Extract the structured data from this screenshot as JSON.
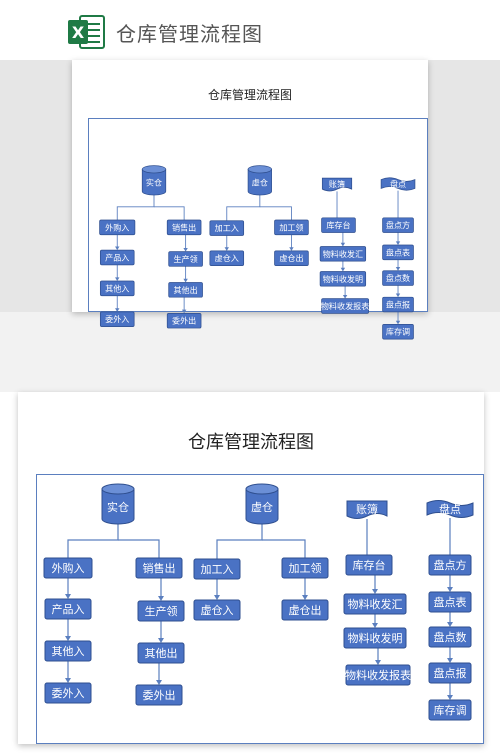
{
  "app": {
    "title": "仓库管理流程图",
    "icon": "excel-icon",
    "icon_letter": "X"
  },
  "sheet": {
    "title": "仓库管理流程图"
  },
  "colors": {
    "box_fill": "#4a72c4",
    "box_stroke": "#2f4f8f",
    "line": "#5b7fbf",
    "frame": "#5b7fbf",
    "band": "#e6e6e6"
  },
  "diagram": {
    "nodes": {
      "shi_cang": "实仓",
      "xu_cang": "虚仓",
      "zhang_bu": "账簿",
      "pan_dian": "盘点",
      "wai_gou_ru": "外购入",
      "chan_pin_ru": "产品入",
      "qi_ta_ru": "其他入",
      "wei_wai_ru": "委外入",
      "xiao_shou_chu": "销售出",
      "sheng_chan_ling": "生产领",
      "qi_ta_chu": "其他出",
      "wei_wai_chu": "委外出",
      "jia_gong_ru": "加工入",
      "xu_cang_ru": "虚仓入",
      "jia_gong_ling": "加工领",
      "xu_cang_chu": "虚仓出",
      "ku_cun_tai": "库存台",
      "wu_liao_shou_fa_hui": "物料收发汇",
      "wu_liao_shou_fa_ming": "物料收发明",
      "wu_liao_shou_fa_bao_biao": "物料收发报表",
      "pan_dian_fang": "盘点方",
      "pan_dian_biao": "盘点表",
      "pan_dian_shu": "盘点数",
      "pan_dian_bao": "盘点报",
      "ku_cun_tiao": "库存调"
    }
  }
}
